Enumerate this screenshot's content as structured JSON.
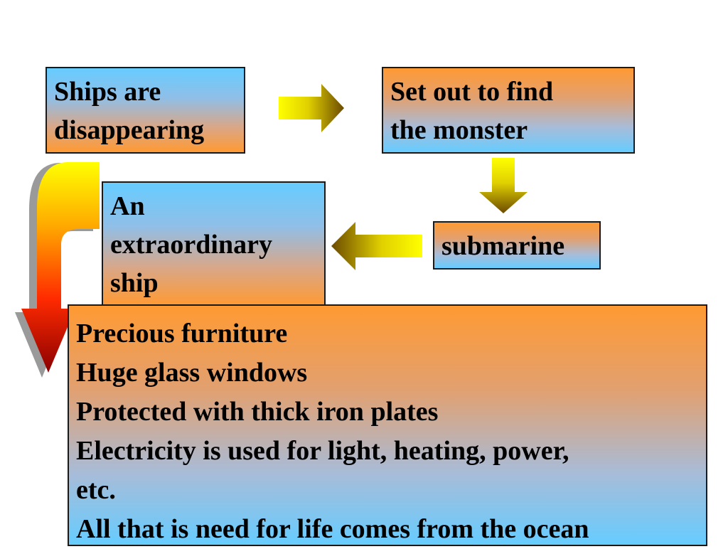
{
  "boxes": {
    "ships": [
      "Ships are",
      "disappearing"
    ],
    "set_out": [
      "Set out to find",
      "the monster"
    ],
    "ship": [
      "An",
      "extraordinary",
      "ship"
    ],
    "submarine": [
      "submarine"
    ]
  },
  "details": [
    "Precious furniture",
    "Huge glass windows",
    "Protected with thick iron plates",
    "Electricity is used for light, heating, power,",
    "etc.",
    "All that is need for life comes from the ocean"
  ],
  "colors": {
    "orange": "#ff9a33",
    "blue": "#66ccff",
    "arrow_yellow": "#ffff00",
    "arrow_brown": "#6b4a00",
    "curved_arrow_red": "#e00000",
    "curved_arrow_dark": "#8a0000"
  }
}
